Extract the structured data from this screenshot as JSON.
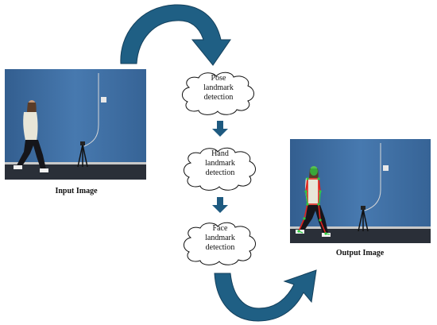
{
  "input_caption": "Input Image",
  "output_caption": "Output Image",
  "steps": [
    {
      "lines": [
        "Pose",
        "landmark",
        "detection"
      ]
    },
    {
      "lines": [
        "Hand",
        "landmark",
        "detection"
      ]
    },
    {
      "lines": [
        "Face",
        "landmark",
        "detection"
      ]
    }
  ],
  "colors": {
    "arrow": "#1f5f84",
    "arrow_dark": "#14405c",
    "step_arrow": "#1e5a80",
    "wall": "#3d6fa6",
    "floor": "#2a2f38",
    "landmark_green": "#2ecc40",
    "landmark_red": "#e0231c"
  }
}
